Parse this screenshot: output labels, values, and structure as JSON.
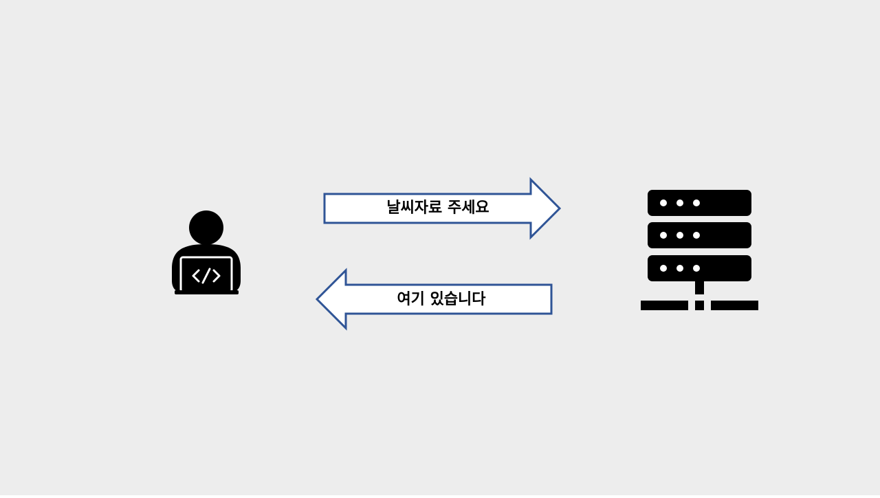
{
  "diagram": {
    "client_icon": "developer-laptop-icon",
    "server_icon": "server-rack-icon",
    "request": {
      "label": "날씨자료 주세요",
      "direction": "right"
    },
    "response": {
      "label": "여기 있습니다",
      "direction": "left"
    }
  },
  "colors": {
    "background": "#ededed",
    "arrow_stroke": "#2f5496",
    "arrow_fill": "#ffffff",
    "icon": "#000000"
  }
}
